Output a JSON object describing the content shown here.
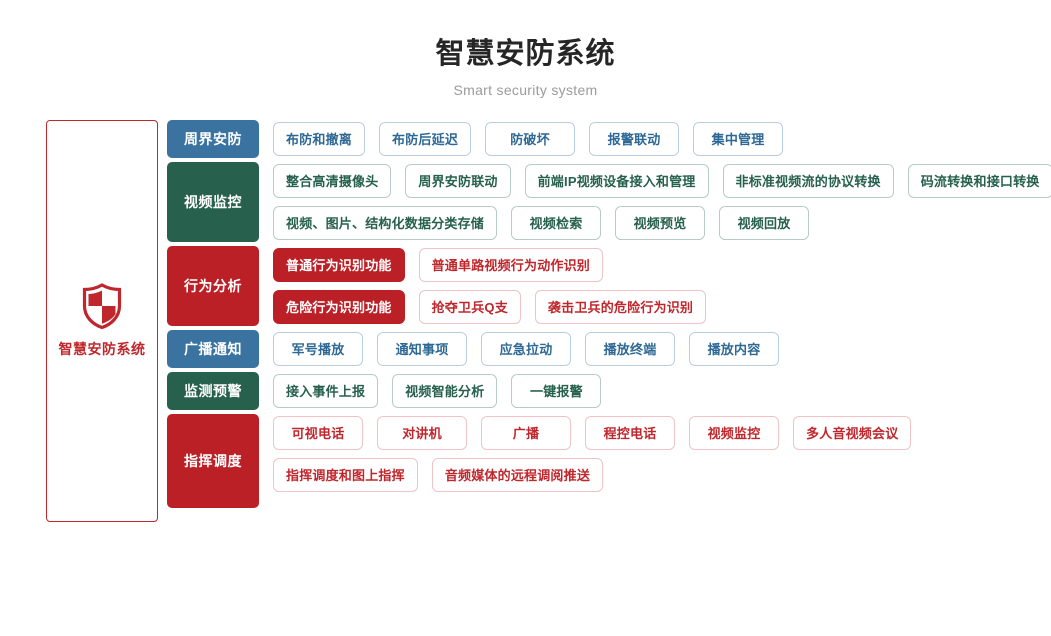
{
  "header": {
    "title": "智慧安防系统",
    "subtitle": "Smart security system"
  },
  "brand": {
    "icon": "shield-icon",
    "name": "智慧安防系统",
    "color": "#c0272d"
  },
  "colors": {
    "blue": "#3a72a0",
    "green": "#27604d",
    "red": "#bb2026",
    "title": "#262626",
    "subtitle": "#9b9b9b"
  },
  "rows": [
    {
      "category": "周界安防",
      "theme": "blue",
      "height": 38,
      "lines": [
        {
          "items": [
            {
              "label": "布防和撤离",
              "style": "outline"
            },
            {
              "label": "布防后延迟",
              "style": "outline"
            },
            {
              "label": "防破坏",
              "style": "outline"
            },
            {
              "label": "报警联动",
              "style": "outline"
            },
            {
              "label": "集中管理",
              "style": "outline"
            }
          ]
        }
      ]
    },
    {
      "category": "视频监控",
      "theme": "green",
      "height": 80,
      "lines": [
        {
          "items": [
            {
              "label": "整合高清摄像头",
              "style": "outline"
            },
            {
              "label": "周界安防联动",
              "style": "outline"
            },
            {
              "label": "前端IP视频设备接入和管理",
              "style": "outline"
            },
            {
              "label": "非标准视频流的协议转换",
              "style": "outline"
            },
            {
              "label": "码流转换和接口转换",
              "style": "outline"
            }
          ]
        },
        {
          "items": [
            {
              "label": "视频、图片、结构化数据分类存储",
              "style": "outline"
            },
            {
              "label": "视频检索",
              "style": "outline"
            },
            {
              "label": "视频预览",
              "style": "outline"
            },
            {
              "label": "视频回放",
              "style": "outline"
            }
          ]
        }
      ]
    },
    {
      "category": "行为分析",
      "theme": "red",
      "height": 80,
      "lines": [
        {
          "items": [
            {
              "label": "普通行为识别功能",
              "style": "solid"
            },
            {
              "label": "普通单路视频行为动作识别",
              "style": "outline"
            }
          ]
        },
        {
          "items": [
            {
              "label": "危险行为识别功能",
              "style": "solid"
            },
            {
              "label": "抢夺卫兵Q支",
              "style": "outline"
            },
            {
              "label": "袭击卫兵的危险行为识别",
              "style": "outline"
            }
          ]
        }
      ]
    },
    {
      "category": "广播通知",
      "theme": "blue",
      "height": 38,
      "lines": [
        {
          "items": [
            {
              "label": "军号播放",
              "style": "outline"
            },
            {
              "label": "通知事项",
              "style": "outline"
            },
            {
              "label": "应急拉动",
              "style": "outline"
            },
            {
              "label": "播放终端",
              "style": "outline"
            },
            {
              "label": "播放内容",
              "style": "outline"
            }
          ]
        }
      ]
    },
    {
      "category": "监测预警",
      "theme": "green",
      "height": 38,
      "lines": [
        {
          "items": [
            {
              "label": "接入事件上报",
              "style": "outline"
            },
            {
              "label": "视频智能分析",
              "style": "outline"
            },
            {
              "label": "一键报警",
              "style": "outline"
            }
          ]
        }
      ]
    },
    {
      "category": "指挥调度",
      "theme": "red",
      "height": 94,
      "lines": [
        {
          "items": [
            {
              "label": "可视电话",
              "style": "outline"
            },
            {
              "label": "对讲机",
              "style": "outline"
            },
            {
              "label": "广播",
              "style": "outline"
            },
            {
              "label": "程控电话",
              "style": "outline"
            },
            {
              "label": "视频监控",
              "style": "outline"
            },
            {
              "label": "多人音视频会议",
              "style": "outline"
            }
          ]
        },
        {
          "items": [
            {
              "label": "指挥调度和图上指挥",
              "style": "outline"
            },
            {
              "label": "音频媒体的远程调阅推送",
              "style": "outline"
            }
          ]
        }
      ]
    }
  ]
}
